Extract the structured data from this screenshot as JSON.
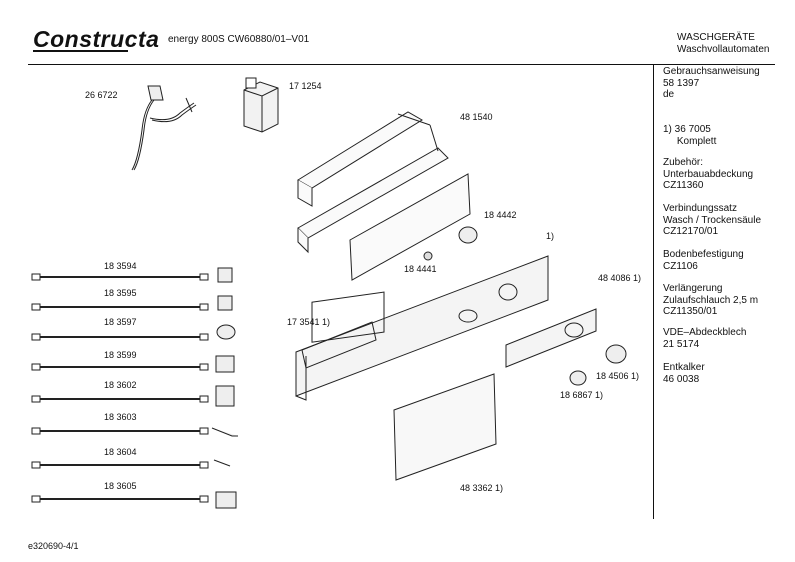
{
  "header": {
    "brand": "Constructa",
    "model": "energy 800S  CW60880/01–V01",
    "category_line1": "WASCHGERÄTE",
    "category_line2": "Waschvollautomaten"
  },
  "side_notes": [
    "Gebrauchsanweisung\n58 1397\nde",
    "1) 36 7005\n     Komplett",
    "Zubehör:\nUnterbauabdeckung\nCZ11360",
    "Verbindungssatz\nWasch / Trockensäule\nCZ12170/01",
    "Bodenbefestigung\nCZ1106",
    "Verlängerung\nZulaufschlauch 2,5 m\nCZ11350/01",
    "VDE–Abdeckblech\n21 5174",
    "Entkalker\n46 0038"
  ],
  "parts": {
    "power_cable": "26 6722",
    "filter_unit": "17 1254",
    "electronic_module": "48 1540",
    "knob_large": "18 4442",
    "knob_small": "18 4441",
    "panel_note": "1)",
    "panel_right": "48 4086 1)",
    "detergent_frame": "17 3541 1)",
    "ring_a": "18 4506 1)",
    "ring_b": "18 6867 1)",
    "drawer_front": "48 3362 1)"
  },
  "cables": [
    "18 3594",
    "18 3595",
    "18 3597",
    "18 3599",
    "18 3602",
    "18 3603",
    "18 3604",
    "18 3605"
  ],
  "footer": "e320690-4/1"
}
